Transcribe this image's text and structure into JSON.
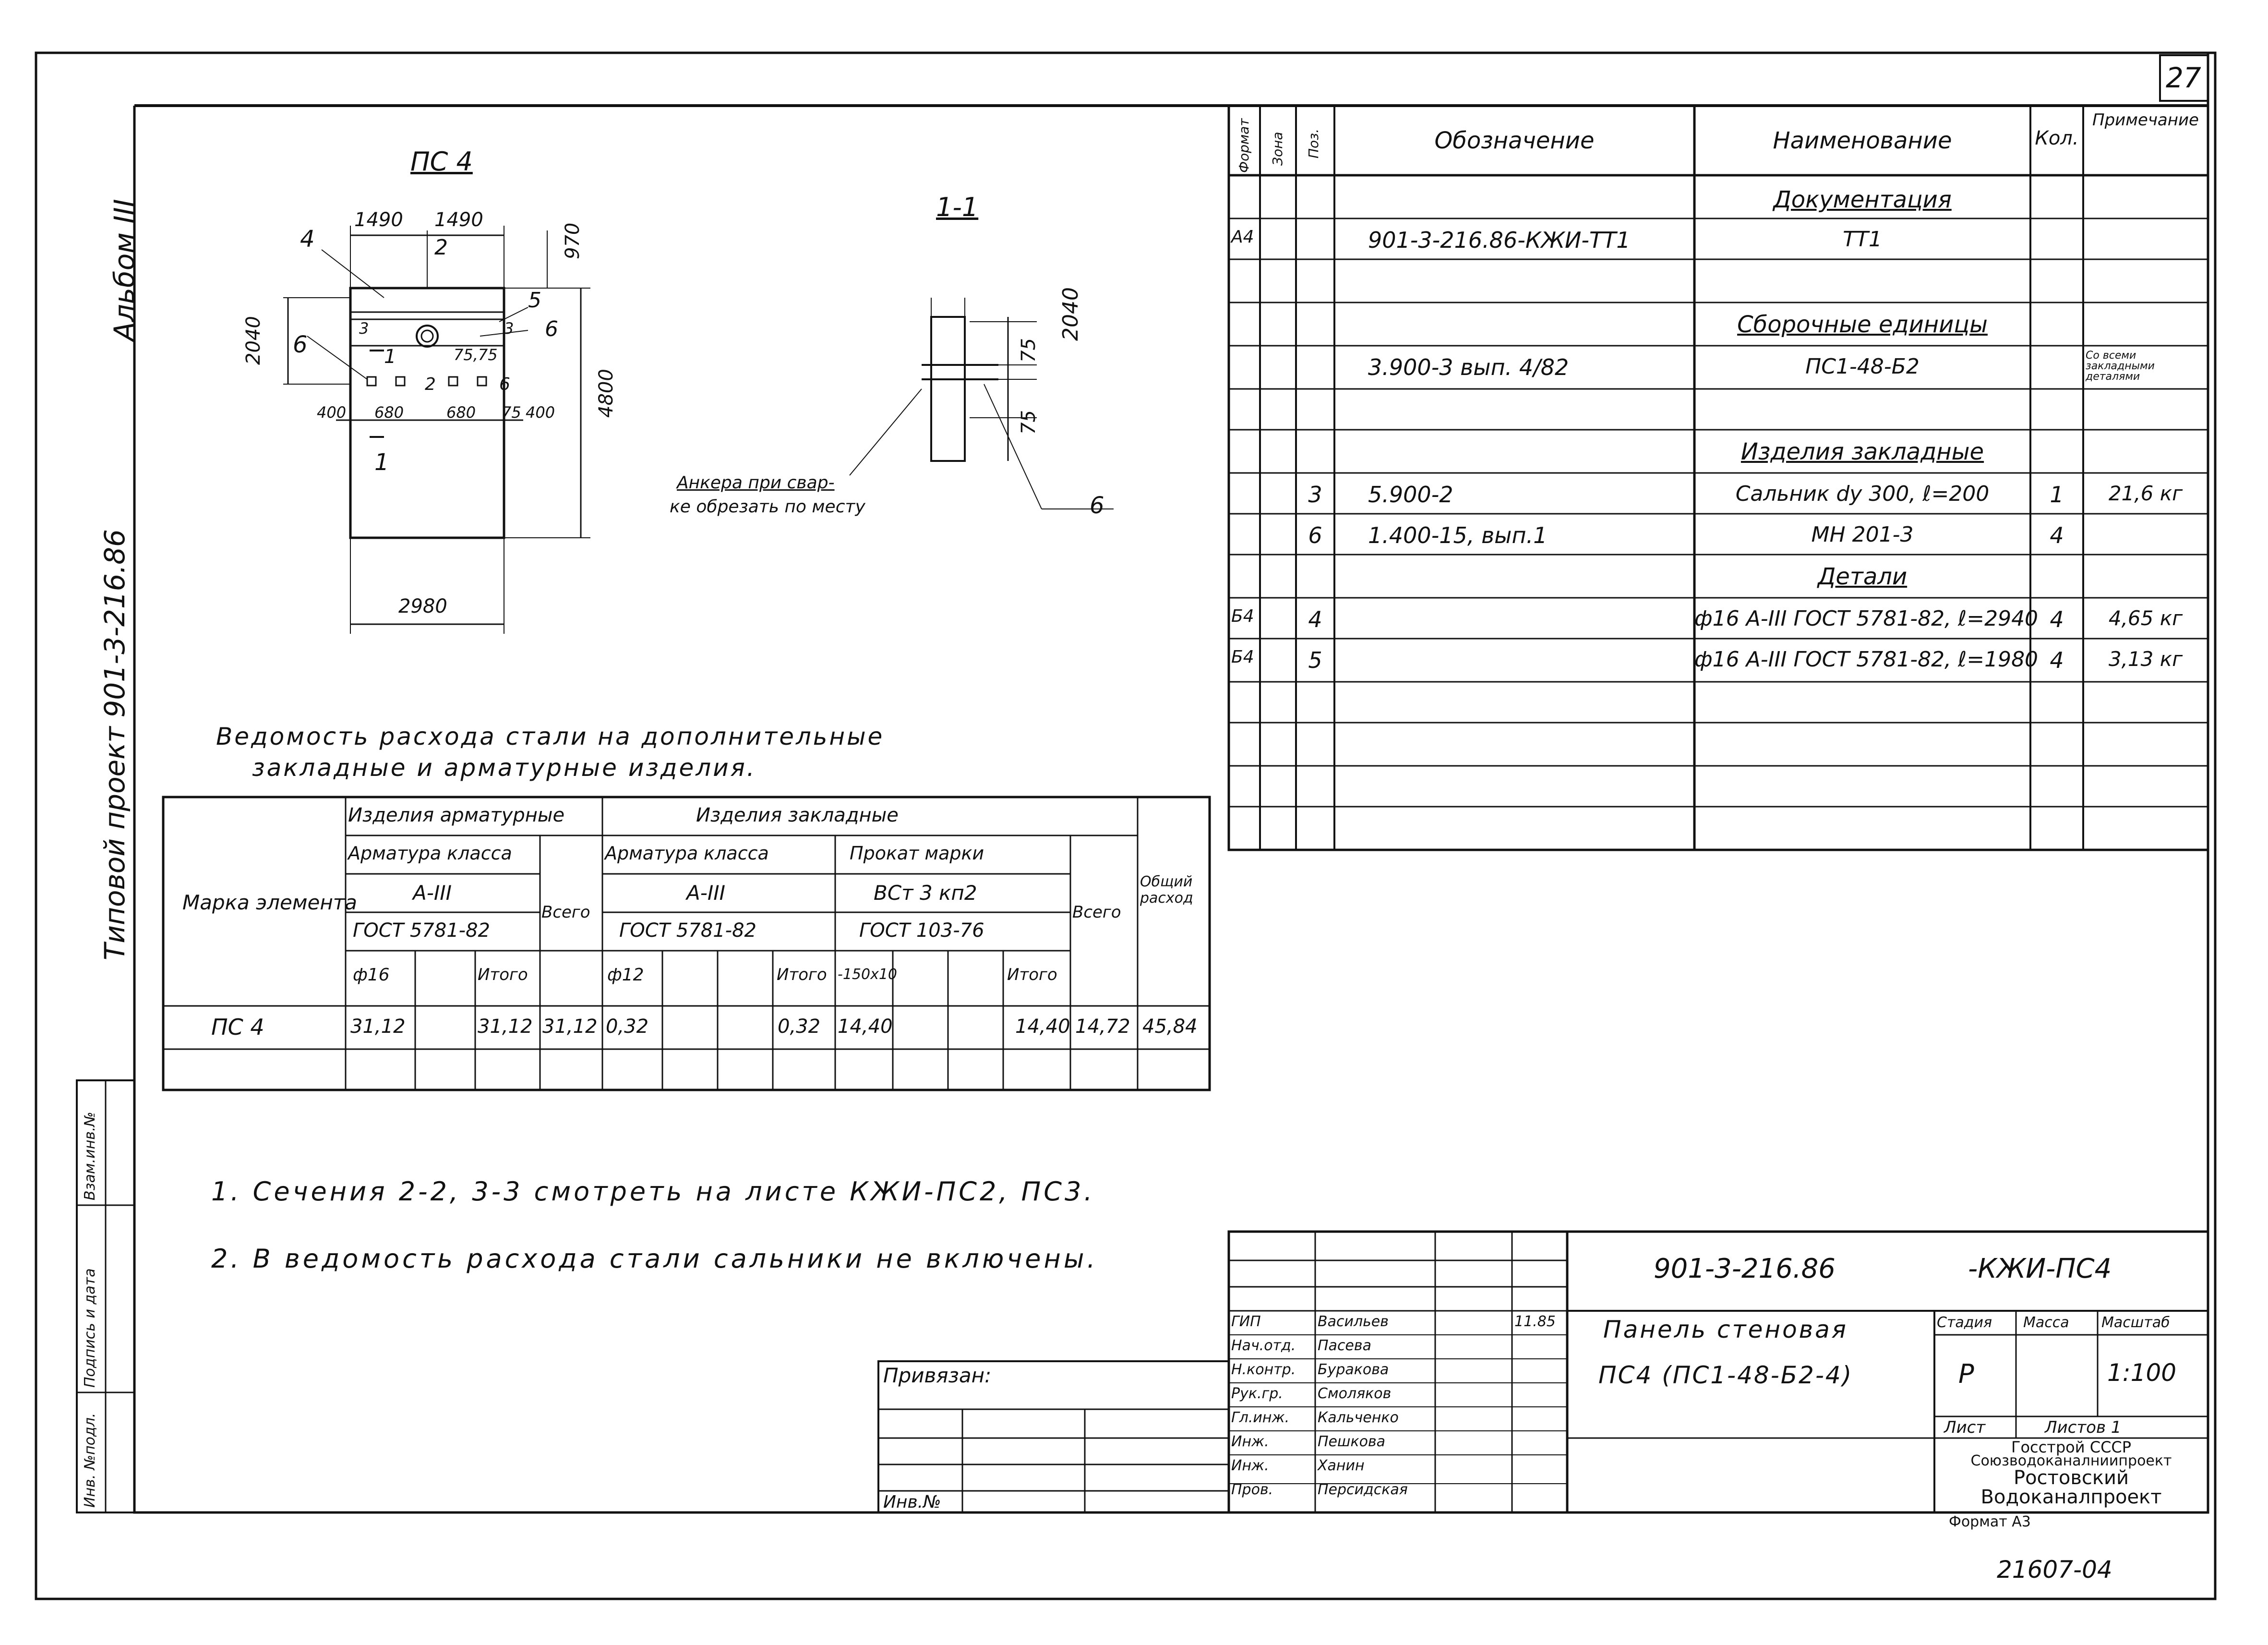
{
  "sheet": {
    "number": "27",
    "album": "Альбом III",
    "project": "Типовой проект 901-3-216.86",
    "side_stamp": [
      "Инв. №подл.",
      "Подпись и дата",
      "Взам.инв.№"
    ],
    "bottom_code": "21607-04"
  },
  "drawing_plan": {
    "title": "ПС 4",
    "dims": [
      "1490",
      "1490",
      "970",
      "2040",
      "4800",
      "2980",
      "75,75",
      "400",
      "680",
      "680",
      "75",
      "400"
    ],
    "markers": [
      "4",
      "2",
      "5",
      "6",
      "3",
      "1",
      "6",
      "1",
      "2",
      "3",
      "6"
    ]
  },
  "drawing_section": {
    "title": "1-1",
    "dims": [
      "2040",
      "75",
      "75"
    ],
    "note": [
      "Анкера при свар-",
      "ке обрезать по месту"
    ],
    "marker": "6"
  },
  "spec_table": {
    "headers": [
      "Формат",
      "Зона",
      "Поз.",
      "Обозначение",
      "Наименование",
      "Кол.",
      "Примечание"
    ],
    "rows": [
      {
        "format": "",
        "pos": "",
        "designation": "",
        "name": "Документация",
        "qty": "",
        "note": "",
        "heading": true
      },
      {
        "format": "А4",
        "pos": "",
        "designation": "901-3-216.86-КЖИ-ТТ1",
        "name": "ТТ1",
        "qty": "",
        "note": ""
      },
      {
        "format": "",
        "pos": "",
        "designation": "",
        "name": "",
        "qty": "",
        "note": ""
      },
      {
        "format": "",
        "pos": "",
        "designation": "",
        "name": "Сборочные единицы",
        "qty": "",
        "note": "",
        "heading": true
      },
      {
        "format": "",
        "pos": "",
        "designation": "3.900-3 вып. 4/82",
        "name": "ПС1-48-Б2",
        "qty": "",
        "note": "Со всеми закладными деталями"
      },
      {
        "format": "",
        "pos": "",
        "designation": "",
        "name": "",
        "qty": "",
        "note": ""
      },
      {
        "format": "",
        "pos": "",
        "designation": "",
        "name": "Изделия закладные",
        "qty": "",
        "note": "",
        "heading": true
      },
      {
        "format": "",
        "pos": "3",
        "designation": "5.900-2",
        "name": "Сальник dy 300, ℓ=200",
        "qty": "1",
        "note": "21,6 кг"
      },
      {
        "format": "",
        "pos": "6",
        "designation": "1.400-15, вып.1",
        "name": "МН 201-3",
        "qty": "4",
        "note": ""
      },
      {
        "format": "",
        "pos": "",
        "designation": "",
        "name": "Детали",
        "qty": "",
        "note": "",
        "heading": true
      },
      {
        "format": "Б4",
        "pos": "4",
        "designation": "",
        "name": "ф16 А-III ГОСТ 5781-82, ℓ=2940",
        "qty": "4",
        "note": "4,65 кг"
      },
      {
        "format": "Б4",
        "pos": "5",
        "designation": "",
        "name": "ф16 А-III ГОСТ 5781-82, ℓ=1980",
        "qty": "4",
        "note": "3,13 кг"
      },
      {
        "format": "",
        "pos": "",
        "designation": "",
        "name": "",
        "qty": "",
        "note": ""
      },
      {
        "format": "",
        "pos": "",
        "designation": "",
        "name": "",
        "qty": "",
        "note": ""
      }
    ]
  },
  "steel_table": {
    "title_line1": "Ведомость расхода стали на дополнительные",
    "title_line2": "закладные и арматурные изделия.",
    "h_mark": "Марка элемента",
    "h_arm_items": "Изделия арматурные",
    "h_emb_items": "Изделия закладные",
    "h_arm_class": "Арматура класса",
    "h_arm_class2": "Арматура класса",
    "h_rolled": "Прокат марки",
    "h_class_val": "А-III",
    "h_class_val2": "А-III",
    "h_rolled_val": "ВСт 3 кп2",
    "h_gost": "ГОСТ 5781-82",
    "h_gost2": "ГОСТ 5781-82",
    "h_gost3": "ГОСТ 103-76",
    "h_total": "Всего",
    "h_total2": "Всего",
    "h_overall": "Общий расход",
    "h_d16": "ф16",
    "h_itogo": "Итого",
    "h_d12": "ф12",
    "h_itogo2": "Итого",
    "h_strip": "-150х10",
    "h_itogo3": "Итого",
    "row": {
      "mark": "ПС 4",
      "d16": "31,12",
      "itogo1": "31,12",
      "total1": "31,12",
      "d12": "0,32",
      "itogo2": "0,32",
      "strip": "14,40",
      "itogo3": "14,40",
      "total2": "14,72",
      "overall": "45,84"
    }
  },
  "notes": [
    "1. Сечения 2-2, 3-3 смотреть на листе КЖИ-ПС2, ПС3.",
    "2. В ведомость расхода стали сальники не включены."
  ],
  "title_block": {
    "code_left": "901-3-216.86",
    "code_right": "-КЖИ-ПС4",
    "name_line1": "Панель стеновая",
    "name_line2": "ПС4 (ПС1-48-Б2-4)",
    "h_stage": "Стадия",
    "h_mass": "Масса",
    "h_scale": "Масштаб",
    "stage": "Р",
    "scale": "1:100",
    "sheet": "Лист",
    "sheets": "Листов 1",
    "org1": "Госстрой СССР",
    "org2": "Союзводоканалниипроект",
    "org3": "Ростовский",
    "org4": "Водоканалпроект",
    "format": "Формат А3",
    "date": "11.85",
    "tied": "Привязан:",
    "inv": "Инв.№",
    "roles": [
      {
        "role": "ГИП",
        "name": "Васильев"
      },
      {
        "role": "Нач.отд.",
        "name": "Пасева"
      },
      {
        "role": "Н.контр.",
        "name": "Буракова"
      },
      {
        "role": "Рук.гр.",
        "name": "Смоляков"
      },
      {
        "role": "Гл.инж.",
        "name": "Кальченко"
      },
      {
        "role": "Инж.",
        "name": "Пешкова"
      },
      {
        "role": "Инж.",
        "name": "Ханин"
      },
      {
        "role": "Пров.",
        "name": "Персидская"
      }
    ]
  }
}
